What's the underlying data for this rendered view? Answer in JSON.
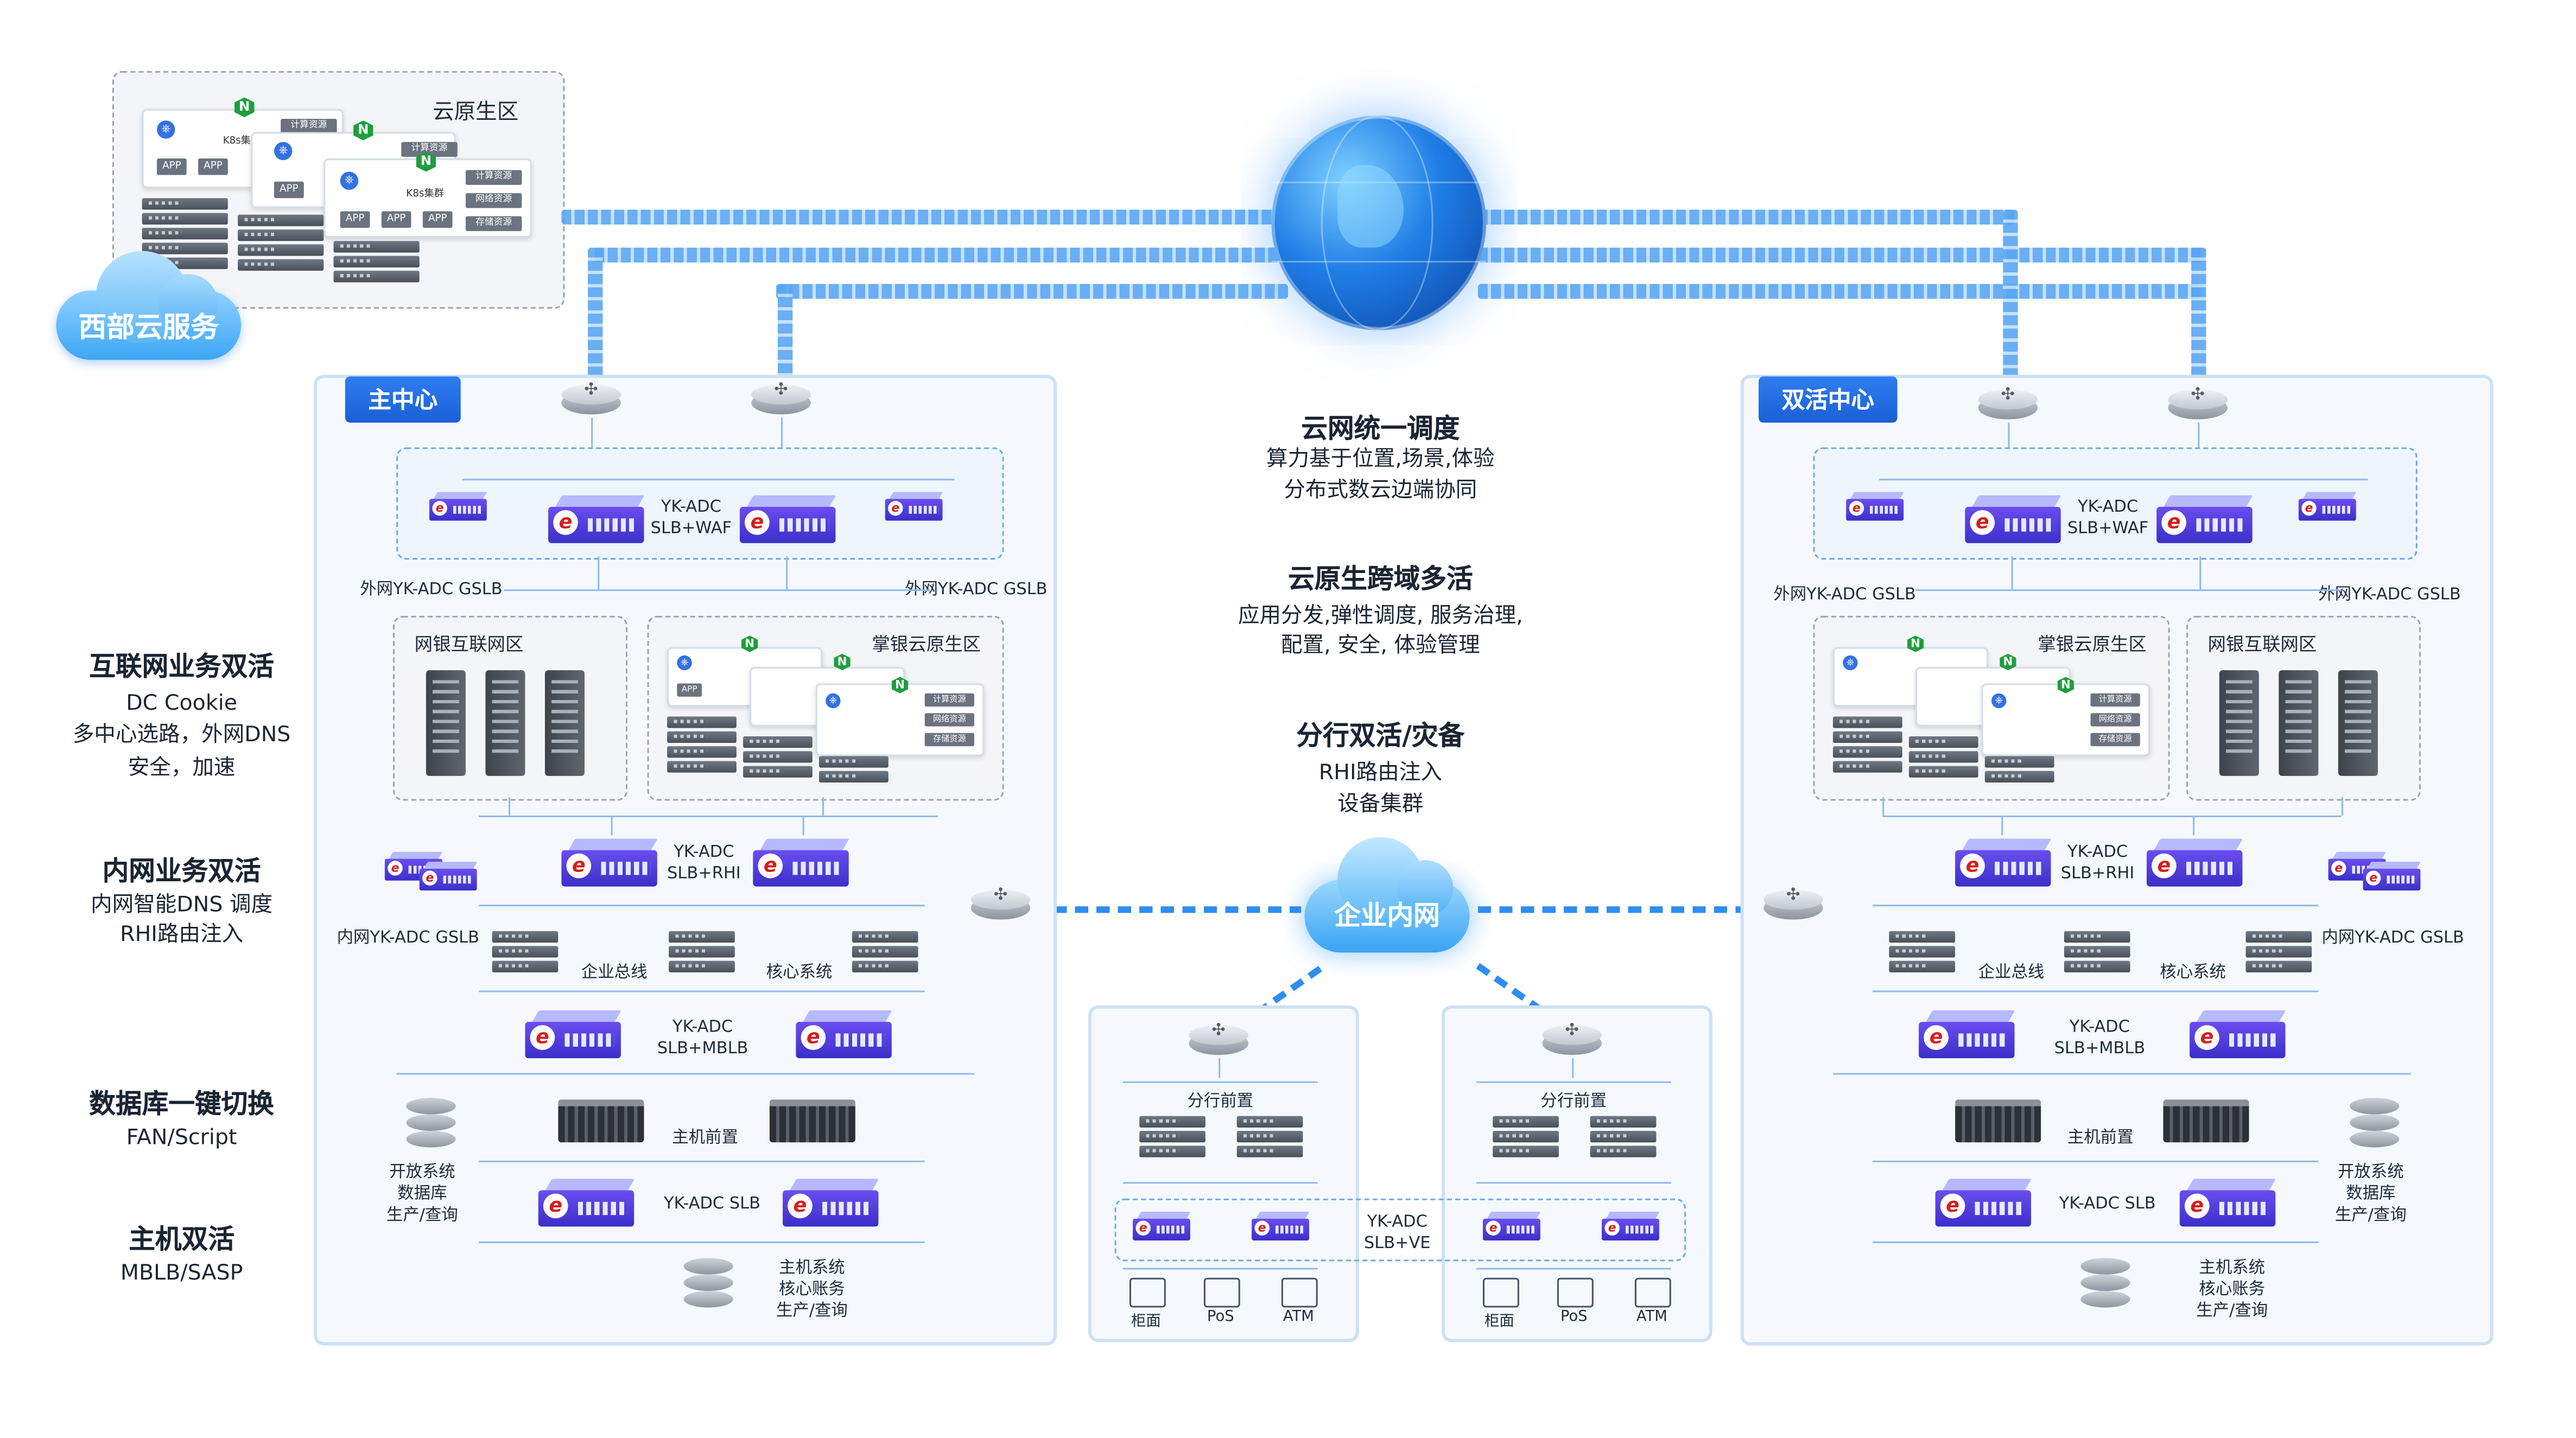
{
  "cloud_zone": {
    "label": "云原生区",
    "badge": "西部云服务",
    "k8s": "K8s集群",
    "app": "APP",
    "res1": "计算资源",
    "res2": "网络资源",
    "res3": "存储资源"
  },
  "main_center": {
    "tag": "主中心"
  },
  "active_center": {
    "tag": "双活中心"
  },
  "left_labels": {
    "internet_title": "互联网业务双活",
    "internet_desc1": "DC Cookie",
    "internet_desc2": "多中心选路，外网DNS",
    "internet_desc3": "安全，加速",
    "intranet_title": "内网业务双活",
    "intranet_desc1": "内网智能DNS 调度",
    "intranet_desc2": "RHI路由注入",
    "db_title": "数据库一键切换",
    "db_desc": "FAN/Script",
    "host_title": "主机双活",
    "host_desc": "MBLB/SASP"
  },
  "center_text": {
    "s1_title": "云网统一调度",
    "s1_l1": "算力基于位置,场景,体验",
    "s1_l2": "分布式数云边端协同",
    "s2_title": "云原生跨域多活",
    "s2_l1": "应用分发,弹性调度, 服务治理,",
    "s2_l2": "配置, 安全, 体验管理",
    "s3_title": "分行双活/灾备",
    "s3_l1": "RHI路由注入",
    "s3_l2": "设备集群",
    "intranet_cloud": "企业内网"
  },
  "devices": {
    "adc_waf_1": "YK-ADC",
    "adc_waf_2": "SLB+WAF",
    "gslb_ext": "外网YK-ADC GSLB",
    "zone_bank": "网银互联网区",
    "zone_cloud": "掌银云原生区",
    "adc_rhi_1": "YK-ADC",
    "adc_rhi_2": "SLB+RHI",
    "gslb_int": "内网YK-ADC GSLB",
    "esb": "企业总线",
    "core": "核心系统",
    "adc_mblb_1": "YK-ADC",
    "adc_mblb_2": "SLB+MBLB",
    "host_front": "主机前置",
    "open_sys_1": "开放系统",
    "open_sys_2": "数据库",
    "open_sys_3": "生产/查询",
    "adc_slb": "YK-ADC SLB",
    "host_sys_1": "主机系统",
    "host_sys_2": "核心账务",
    "host_sys_3": "生产/查询"
  },
  "branch": {
    "front": "分行前置",
    "adc_ve_1": "YK-ADC",
    "adc_ve_2": "SLB+VE",
    "counter": "柜面",
    "pos": "PoS",
    "atm": "ATM"
  }
}
